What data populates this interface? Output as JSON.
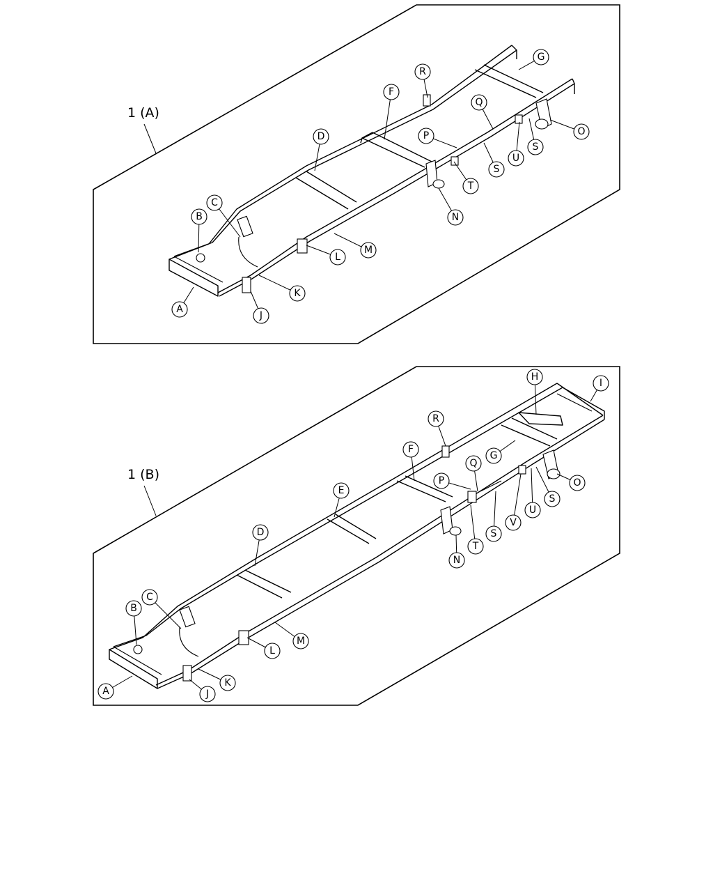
{
  "panels": [
    {
      "title": "1 (A)",
      "callouts": [
        "A",
        "B",
        "C",
        "D",
        "F",
        "G",
        "J",
        "K",
        "L",
        "M",
        "N",
        "O",
        "P",
        "Q",
        "R",
        "S",
        "S",
        "T",
        "U"
      ]
    },
    {
      "title": "1 (B)",
      "callouts": [
        "A",
        "B",
        "C",
        "D",
        "E",
        "F",
        "G",
        "H",
        "I",
        "J",
        "K",
        "L",
        "M",
        "N",
        "O",
        "P",
        "Q",
        "R",
        "S",
        "S",
        "T",
        "U",
        "V"
      ]
    }
  ],
  "colors": {
    "line": "#000000",
    "background": "#ffffff"
  }
}
